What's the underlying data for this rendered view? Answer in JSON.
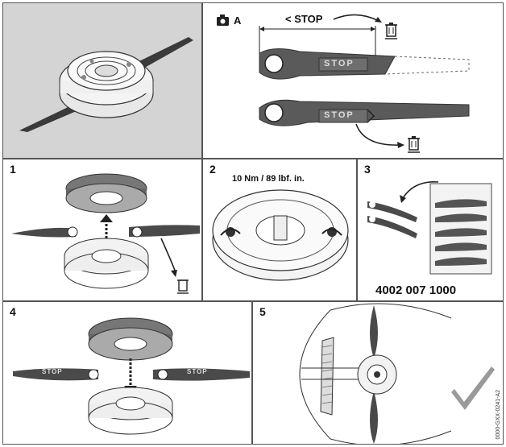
{
  "panels": {
    "top_left": {},
    "top_right": {
      "ref_letter": "A",
      "stop_label": "< STOP",
      "blade_text": "STOP"
    },
    "p1": {
      "number": "1"
    },
    "p2": {
      "number": "2",
      "torque": "10 Nm / 89 lbf. in."
    },
    "p3": {
      "number": "3",
      "part_number": "4002 007 1000"
    },
    "p4": {
      "number": "4",
      "blade_text": "STOP"
    },
    "p5": {
      "number": "5"
    }
  },
  "doc_id": "0000-GXX-0241-A2",
  "colors": {
    "grey_bg": "#d4d4d4",
    "blade": "#555555",
    "check": "#9a9a9a",
    "border": "#555555"
  },
  "icons": [
    "camera-icon",
    "trash-bin-icon",
    "check-mark-icon",
    "arrow-icon"
  ]
}
